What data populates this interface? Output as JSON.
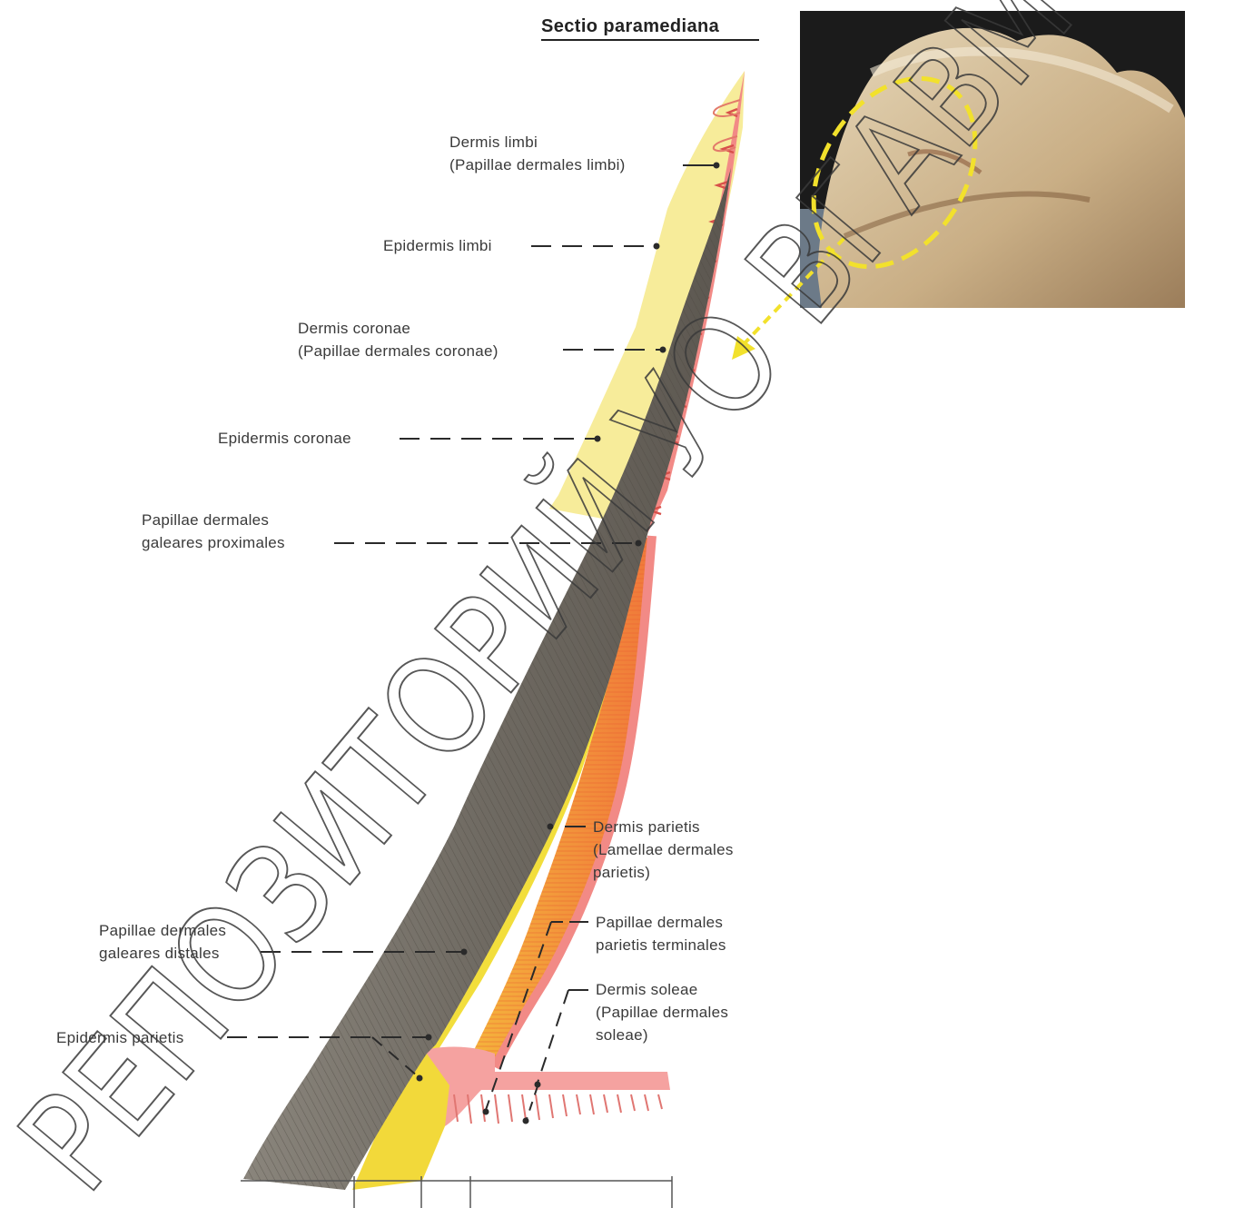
{
  "title": "Sectio paramediana",
  "watermark": "РЕПОЗИТОРИЙ УО ВГАВМ",
  "labels": {
    "dermis_limbi": [
      "Dermis limbi",
      "(Papillae dermales limbi)"
    ],
    "epidermis_limbi": [
      "Epidermis limbi"
    ],
    "dermis_coronae": [
      "Dermis coronae",
      "(Papillae dermales coronae)"
    ],
    "epidermis_coronae": [
      "Epidermis coronae"
    ],
    "papillae_galeares_proximales": [
      "Papillae dermales",
      "galeares proximales"
    ],
    "dermis_parietis": [
      "Dermis parietis",
      "(Lamellae dermales",
      "parietis)"
    ],
    "papillae_parietis_terminales": [
      "Papillae dermales",
      "parietis terminales"
    ],
    "dermis_soleae": [
      "Dermis soleae",
      "(Papillae dermales",
      "soleae)"
    ],
    "papillae_galeares_distales": [
      "Papillae dermales",
      "galeares distales"
    ],
    "epidermis_parietis": [
      "Epidermis parietis"
    ]
  },
  "colors": {
    "horn": "#6f6a62",
    "periople": "#f7ec9a",
    "dermis": "#f08080",
    "lamellae": "#f7a236",
    "white_line": "#f2de3c",
    "leader": "#2a2a2a",
    "photo_ellipse": "#f2e12c"
  },
  "icons": [
    "hoof-photo",
    "selection-ellipse",
    "pointer-arrow"
  ]
}
